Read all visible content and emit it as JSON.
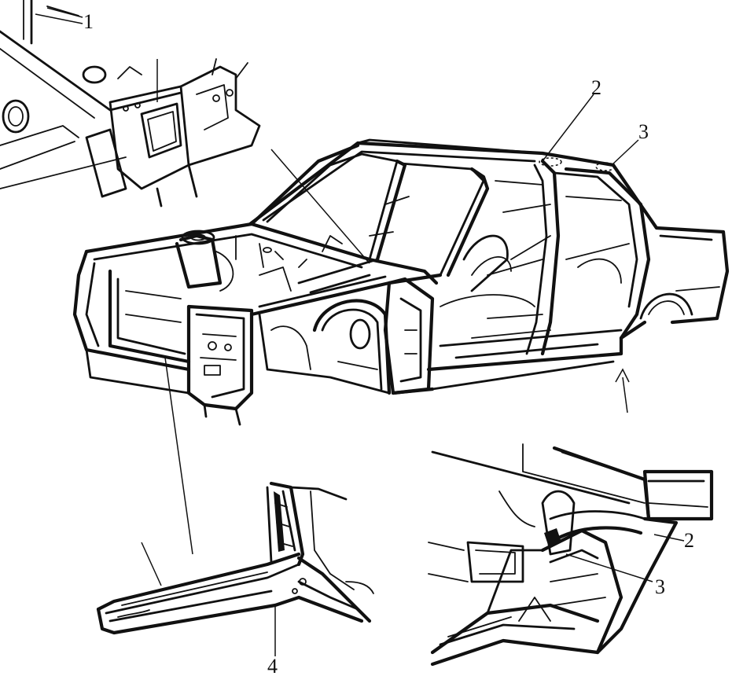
{
  "figure": {
    "callouts": [
      {
        "id": "c1",
        "text": "1"
      },
      {
        "id": "c2a",
        "text": "2"
      },
      {
        "id": "c3a",
        "text": "3"
      },
      {
        "id": "c2b",
        "text": "2"
      },
      {
        "id": "c3b",
        "text": "3"
      },
      {
        "id": "c4",
        "text": "4"
      }
    ]
  },
  "colors": {
    "ink": "#111111",
    "paper": "#ffffff"
  }
}
